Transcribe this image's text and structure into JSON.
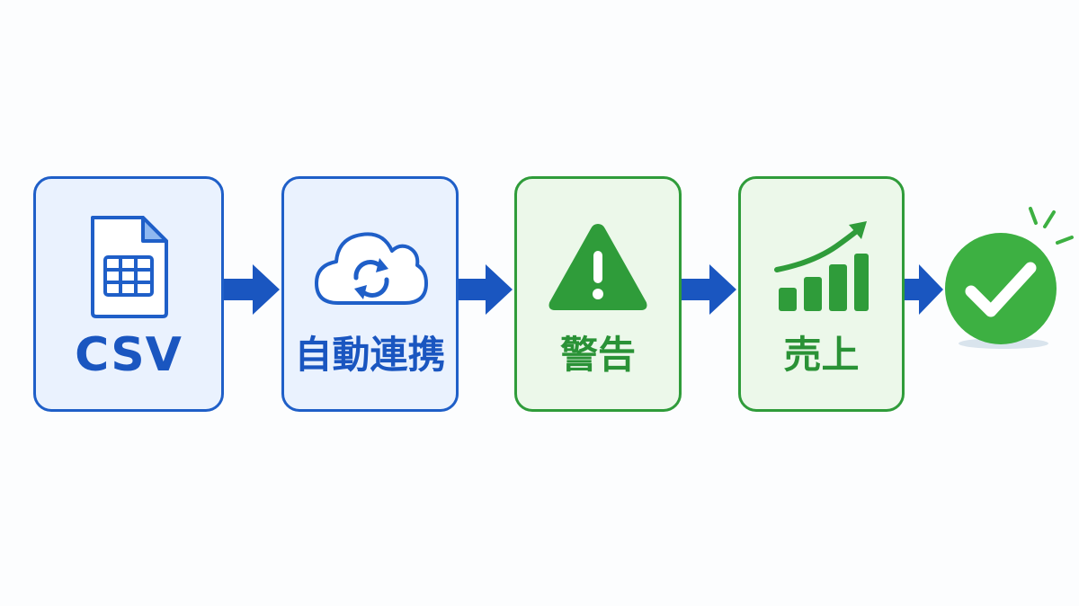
{
  "steps": [
    {
      "label": "CSV",
      "icon": "spreadsheet-file-icon",
      "color": "#1f5fc8"
    },
    {
      "label": "自動連携",
      "icon": "cloud-sync-icon",
      "color": "#1f5fc8"
    },
    {
      "label": "警告",
      "icon": "warning-icon",
      "color": "#2f9c3a"
    },
    {
      "label": "売上",
      "icon": "sales-growth-chart-icon",
      "color": "#2f9c3a"
    }
  ],
  "result": {
    "icon": "check-circle-icon",
    "color": "#3db042"
  },
  "connector": {
    "icon": "arrow-right-icon",
    "color": "#1a56c0"
  }
}
